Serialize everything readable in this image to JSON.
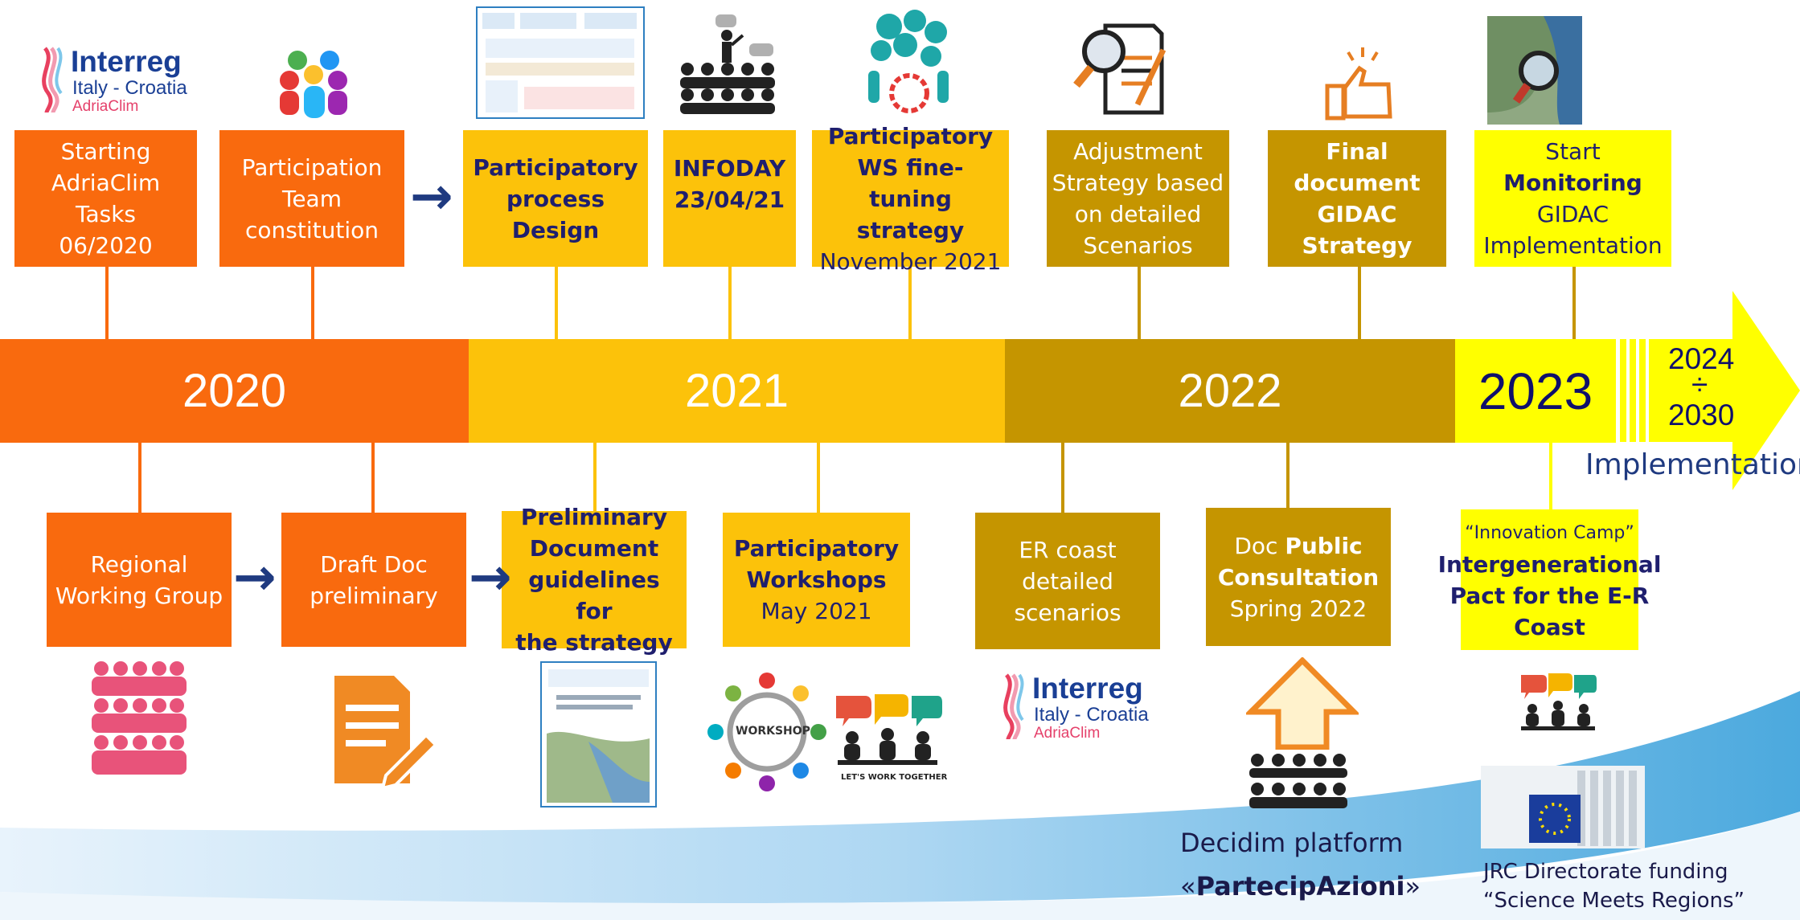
{
  "logo": {
    "brand": "Interreg",
    "program": "Italy - Croatia",
    "project": "AdriaClim"
  },
  "years": {
    "y2020": "2020",
    "y2021": "2021",
    "y2022": "2022",
    "y2023": "2023",
    "range_start": "2024",
    "range_sep": "÷",
    "range_end": "2030",
    "implementation": "Implementation"
  },
  "top": [
    {
      "lines": [
        "Starting",
        "AdriaClim",
        "Tasks",
        "06/2020"
      ],
      "bold": []
    },
    {
      "lines": [
        "Participation",
        "Team",
        "constitution"
      ],
      "bold": []
    },
    {
      "lines": [
        "Participatory",
        "process",
        "Design"
      ],
      "bold": [
        0,
        1,
        2
      ]
    },
    {
      "lines": [
        "INFODAY",
        "23/04/21"
      ],
      "bold": [
        0,
        1
      ]
    },
    {
      "lines": [
        "Participatory",
        "WS fine-tuning",
        "strategy",
        "November 2021"
      ],
      "bold": [
        0,
        1,
        2
      ]
    },
    {
      "lines": [
        "Adjustment",
        "Strategy based",
        "on detailed",
        "Scenarios"
      ],
      "bold": []
    },
    {
      "lines": [
        "Final",
        "document",
        "GIDAC",
        "Strategy"
      ],
      "bold": [
        0,
        1,
        2,
        3
      ]
    },
    {
      "lines": [
        "Start",
        "Monitoring",
        "GIDAC",
        "Implementation"
      ],
      "bold": [
        1
      ]
    }
  ],
  "bottom": [
    {
      "lines": [
        "Regional",
        "Working Group"
      ],
      "bold": []
    },
    {
      "lines": [
        "Draft Doc",
        "preliminary"
      ],
      "bold": []
    },
    {
      "lines": [
        "Preliminary",
        "Document",
        "guidelines for",
        "the strategy"
      ],
      "bold": [
        0,
        1,
        2,
        3
      ]
    },
    {
      "lines": [
        "Participatory",
        "Workshops",
        "May 2021"
      ],
      "bold": [
        0,
        1
      ]
    },
    {
      "lines": [
        "ER coast",
        "detailed",
        "scenarios"
      ],
      "bold": []
    },
    {
      "lines": [
        "Doc Public",
        "Consultation",
        "Spring 2022"
      ],
      "bold": [
        1
      ]
    },
    {
      "lines": [
        "“Innovation Camp”",
        "Intergenerational",
        "Pact for the E-R",
        "Coast"
      ],
      "bold": [
        1,
        2,
        3
      ]
    }
  ],
  "bottom5_line0_plain": "Doc ",
  "bottom5_line0_bold": "Public",
  "icons": {
    "workshop": "WORKSHOP",
    "together": "LET'S WORK TOGETHER"
  },
  "captions": {
    "decidim": "Decidim platform",
    "partecip_open": "«",
    "partecip": "PartecipAzioni",
    "partecip_close": "»",
    "jrc1": "JRC Directorate funding",
    "jrc2": "“Science Meets Regions”"
  },
  "colors": {
    "orange": "#f96a0e",
    "yellow": "#fcc20a",
    "brown": "#c59500",
    "lightyellow": "#ffff00",
    "navy": "#1f3a80"
  }
}
